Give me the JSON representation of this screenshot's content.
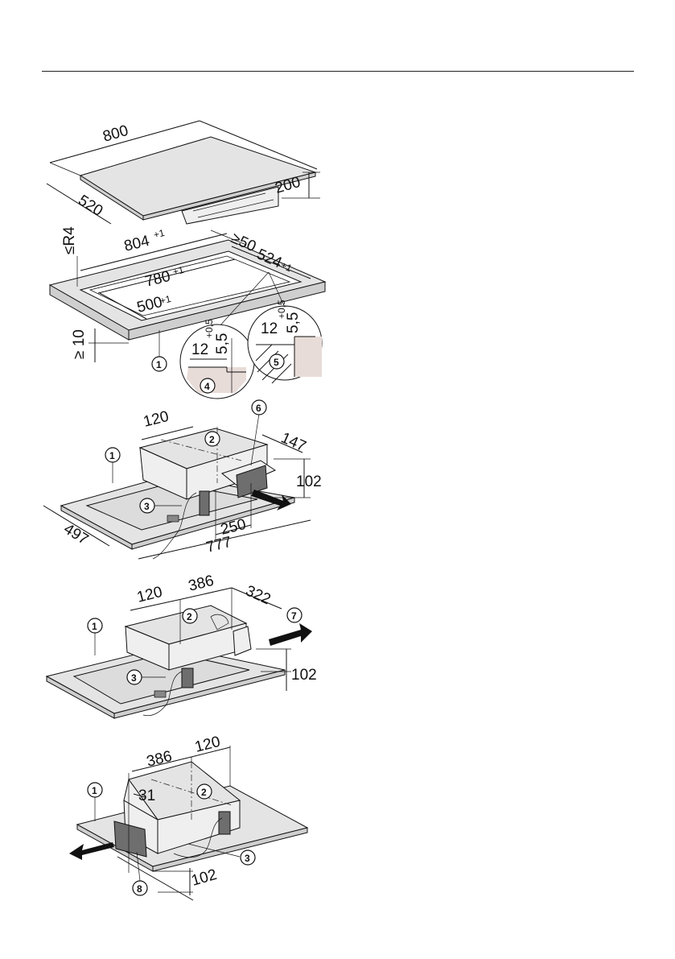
{
  "dimensions": {
    "d800": "800",
    "d520": "520",
    "d200": "200",
    "d804": "804",
    "d804_tol": "+1",
    "d780": "780",
    "d780_tol": "+1",
    "d500": "500",
    "d500_tol": "+1",
    "d524": "524",
    "d524_tol": "+1",
    "r4": "≤R4",
    "d50": "≥50",
    "d10": "≥ 10",
    "detail_12a": "12",
    "detail_05a": "+0,5",
    "detail_55a": "5,5",
    "detail_12b": "12",
    "detail_05b": "+0,5",
    "detail_55b": "5,5",
    "f2_120": "120",
    "f2_147": "147",
    "f2_102": "102",
    "f2_497": "497",
    "f2_250": "250",
    "f2_777": "777",
    "f3_120": "120",
    "f3_386": "386",
    "f3_322": "322",
    "f3_102": "102",
    "f4_386": "386",
    "f4_120": "120",
    "f4_31": "31",
    "f4_102": "102"
  },
  "callouts": {
    "c1a": "1",
    "c4": "4",
    "c5": "5",
    "c6": "6",
    "c2a": "2",
    "c1b": "1",
    "c3a": "3",
    "c1c": "1",
    "c2b": "2",
    "c3b": "3",
    "c7": "7",
    "c1d": "1",
    "c2c": "2",
    "c3c": "3",
    "c8": "8"
  },
  "icons": [
    "arrow-icon",
    "callout-circle"
  ]
}
